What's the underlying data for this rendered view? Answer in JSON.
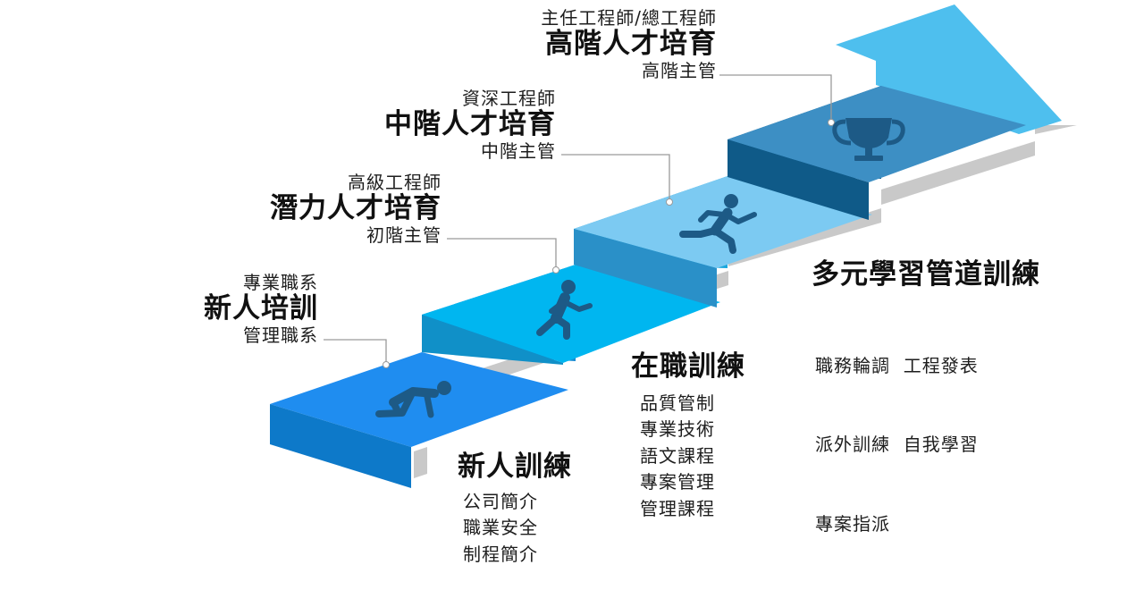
{
  "career_levels": [
    {
      "top": "專業職系",
      "title": "新人培訓",
      "bottom": "管理職系"
    },
    {
      "top": "高級工程師",
      "title": "潛力人才培育",
      "bottom": "初階主管"
    },
    {
      "top": "資深工程師",
      "title": "中階人才培育",
      "bottom": "中階主管"
    },
    {
      "top": "主任工程師/總工程師",
      "title": "高階人才培育",
      "bottom": "高階主管"
    }
  ],
  "training_programs": [
    {
      "title": "新人訓練",
      "items": [
        "公司簡介",
        "職業安全",
        "制程簡介"
      ]
    },
    {
      "title": "在職訓練",
      "items": [
        "品質管制",
        "專業技術",
        "語文課程",
        "專案管理",
        "管理課程"
      ]
    },
    {
      "title": "多元學習管道訓練",
      "items": [
        "職務輪調  工程發表",
        "派外訓練  自我學習",
        "專案指派"
      ]
    }
  ],
  "icons": [
    "crouching-runner-icon",
    "walking-person-icon",
    "running-person-icon",
    "trophy-icon"
  ],
  "colors": {
    "step1": "#1f8df0",
    "step2": "#00b6f0",
    "step3": "#7ccaf2",
    "step4": "#3d8fc4",
    "arrow": "#4ebfee",
    "shadow": "#c9c9c9",
    "icon": "#1d5a86"
  }
}
